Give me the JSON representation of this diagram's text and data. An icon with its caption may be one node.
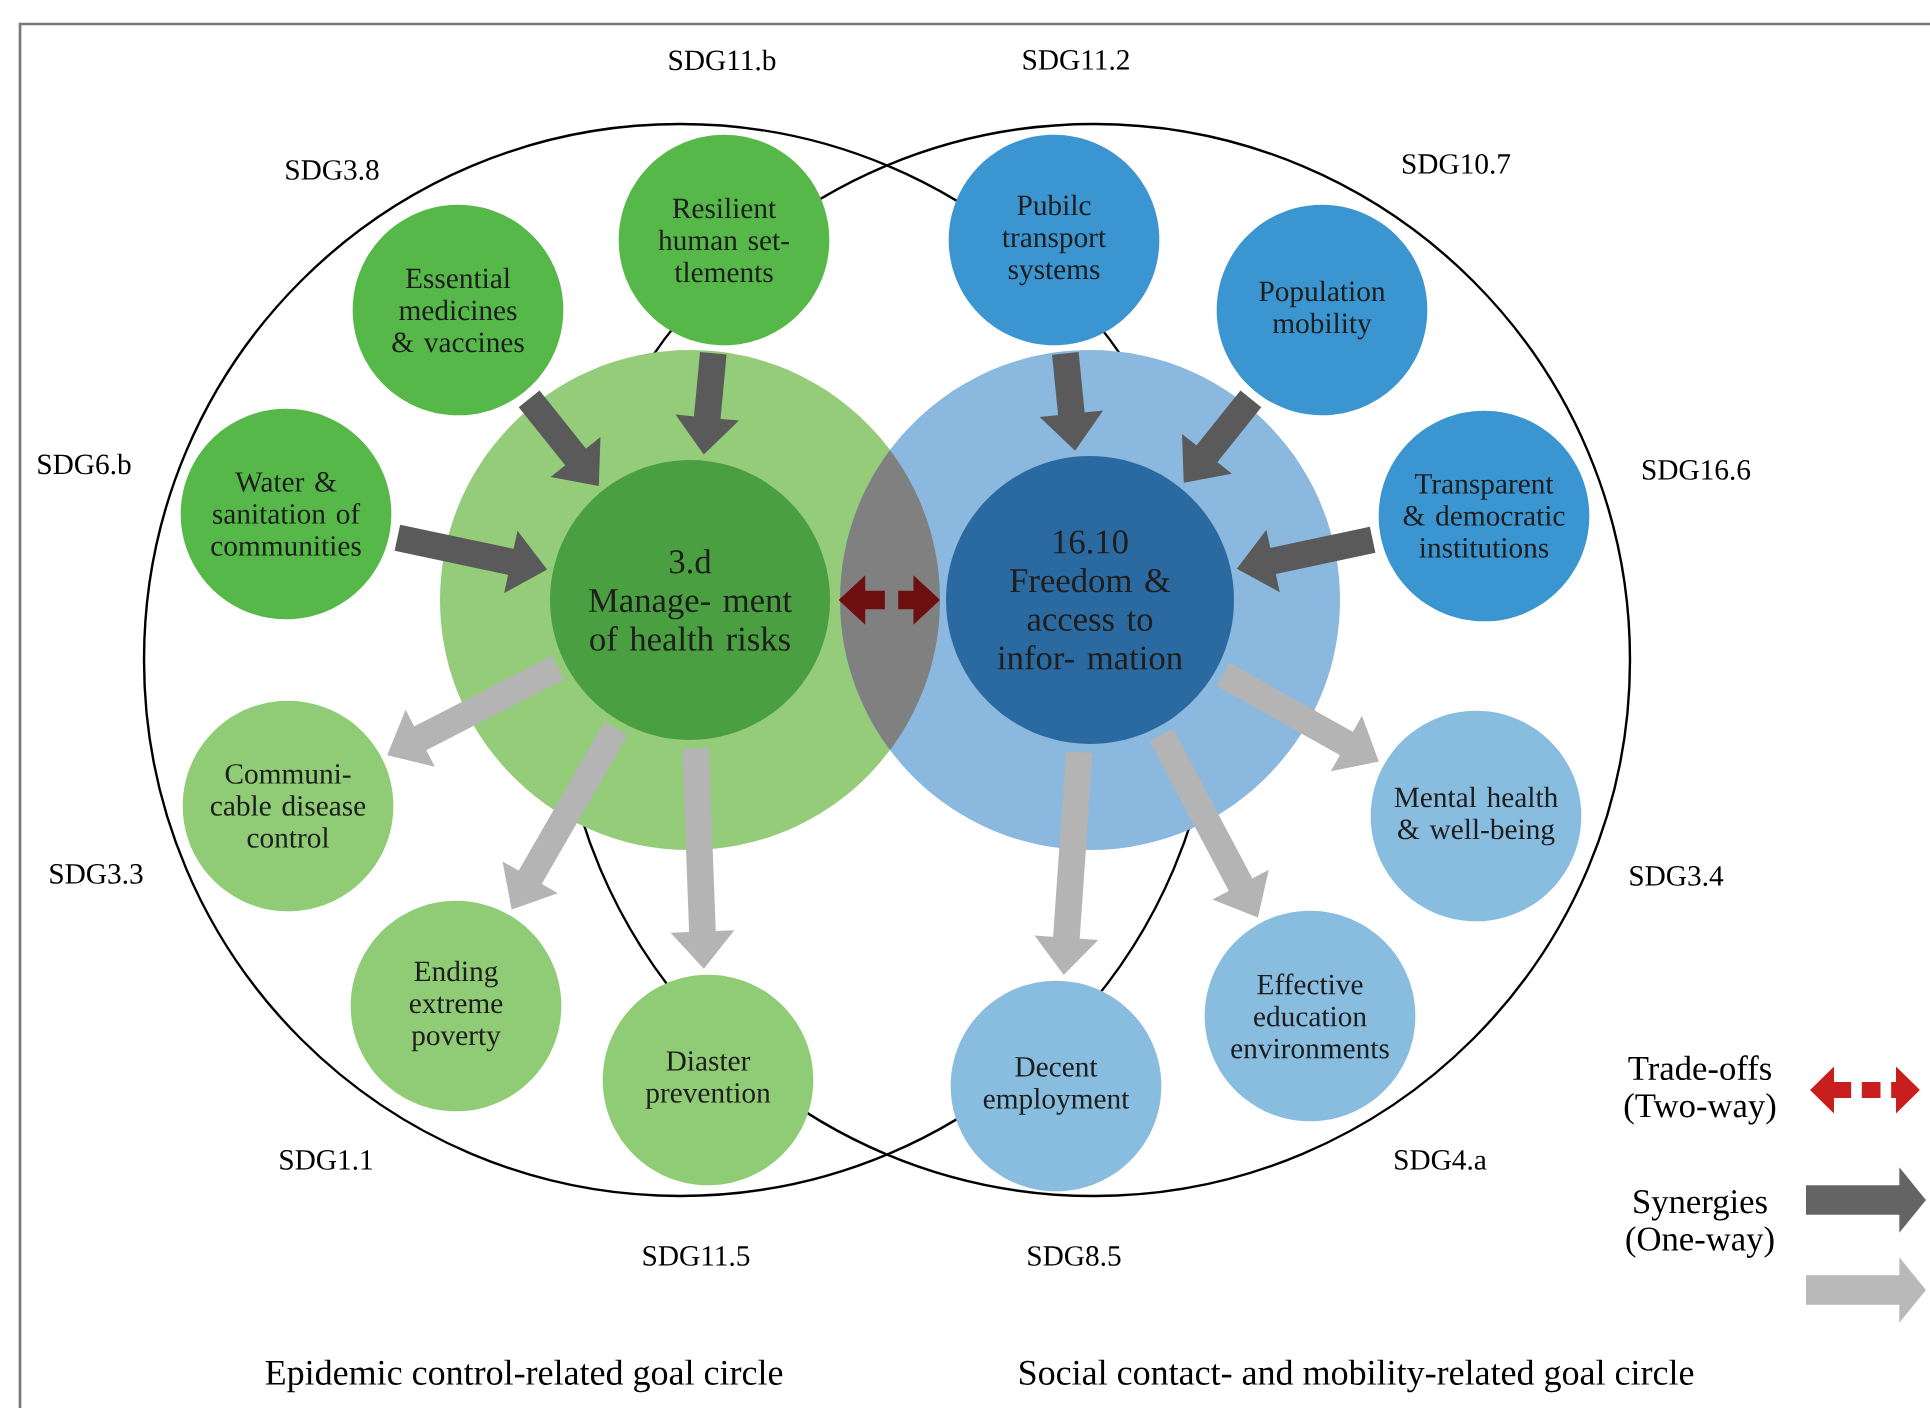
{
  "diagram": {
    "nodes": [
      {
        "text": [
          "3.d",
          "Manage- ment of health risks"
        ]
      },
      {
        "text": [
          "16.10",
          "Freedom & access to infor- mation"
        ]
      },
      {
        "text": [
          "Water & sanitation of communities"
        ],
        "beside": [
          "SDG6.b"
        ]
      },
      {
        "text": [
          "Essential medicines & vaccines"
        ],
        "beside": [
          "SDG3.8"
        ]
      },
      {
        "text": [
          "Resilient human set- tlements"
        ],
        "beside": [
          "SDG11.b"
        ]
      },
      {
        "text": [
          "Pubilc transport systems"
        ],
        "beside": [
          "SDG11.2"
        ]
      },
      {
        "text": [
          "Population mobility"
        ],
        "beside": [
          "SDG10.7"
        ]
      },
      {
        "text": [
          "Transparent & democratic institutions"
        ],
        "beside": [
          "SDG16.6"
        ]
      },
      {
        "text": [
          "Communi- cable disease control"
        ],
        "beside": [
          "SDG3.3"
        ]
      },
      {
        "text": [
          "Ending extreme poverty"
        ],
        "beside": [
          "SDG1.1"
        ]
      },
      {
        "text": [
          "Diaster prevention"
        ],
        "beside": [
          "SDG11.5"
        ]
      },
      {
        "text": [
          "Mental health & well-being"
        ],
        "beside": [
          "SDG3.4"
        ]
      },
      {
        "text": [
          "Effective education environments"
        ],
        "beside": [
          "SDG4.a"
        ]
      },
      {
        "text": [
          "Decent employment"
        ],
        "beside": [
          "SDG8.5"
        ]
      }
    ],
    "edges": [
      {
        "from": 0,
        "to": 1,
        "arrow": "both",
        "style": "dashed",
        "color": "#6e1010"
      },
      {
        "from": 2,
        "to": 0,
        "arrow": "to"
      },
      {
        "from": 3,
        "to": 0,
        "arrow": "to"
      },
      {
        "from": 4,
        "to": 0,
        "arrow": "to"
      },
      {
        "from": 5,
        "to": 1,
        "arrow": "to"
      },
      {
        "from": 6,
        "to": 1,
        "arrow": "to"
      },
      {
        "from": 7,
        "to": 1,
        "arrow": "to"
      },
      {
        "from": 0,
        "to": 8,
        "arrow": "to",
        "color": "#b4b4b4"
      },
      {
        "from": 0,
        "to": 9,
        "arrow": "to",
        "color": "#b4b4b4"
      },
      {
        "from": 0,
        "to": 10,
        "arrow": "to",
        "color": "#b4b4b4"
      },
      {
        "from": 1,
        "to": 11,
        "arrow": "to",
        "color": "#b4b4b4"
      },
      {
        "from": 1,
        "to": 12,
        "arrow": "to",
        "color": "#b4b4b4"
      },
      {
        "from": 1,
        "to": 13,
        "arrow": "to",
        "color": "#b4b4b4"
      }
    ],
    "labels": [
      "Epidemic control-related goal circle",
      "Social contact- and mobility-related goal circle"
    ],
    "legend": [
      {
        "text": "Trade-offs (Two-way)"
      },
      {
        "text": "Synergies (One-way)"
      }
    ]
  }
}
